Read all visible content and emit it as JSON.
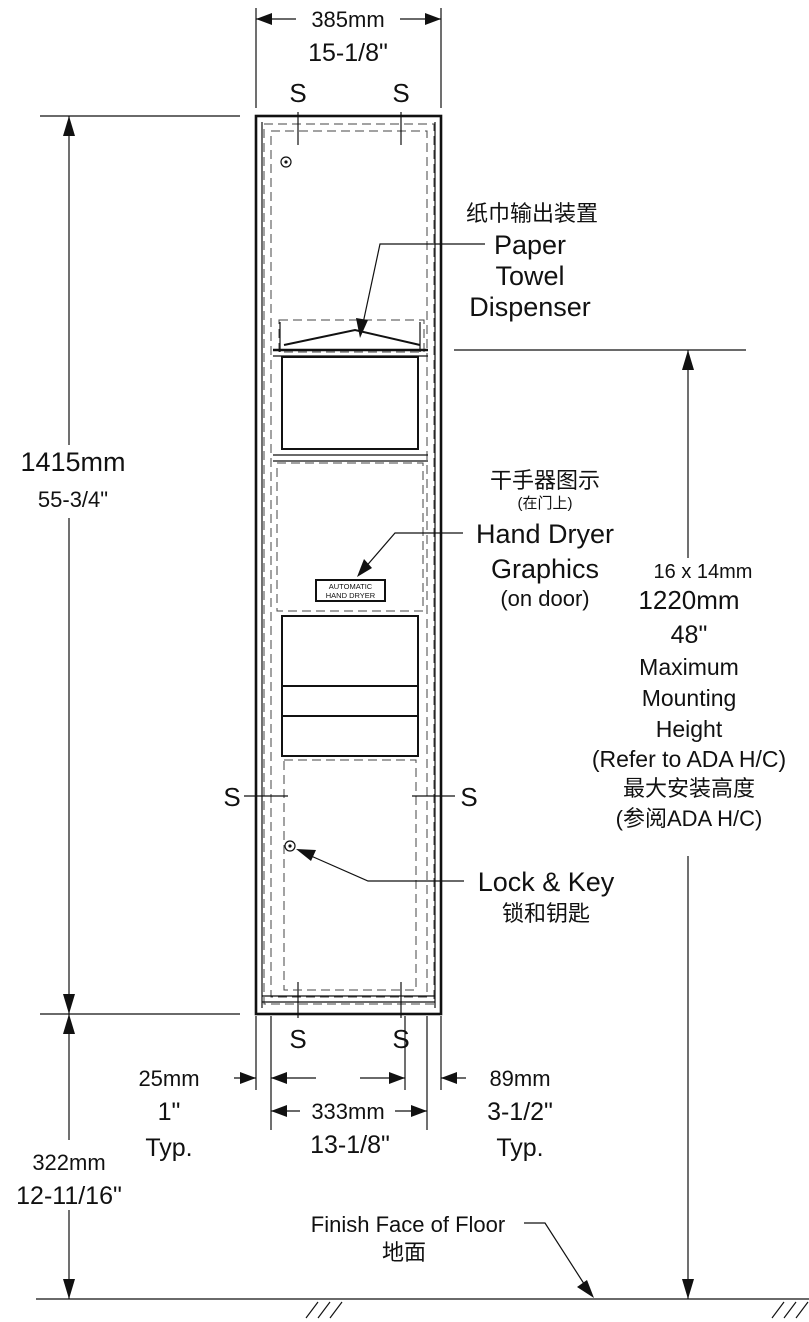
{
  "dimensions": {
    "top_width_mm": "385mm",
    "top_width_in": "15-1/8\"",
    "total_height_mm": "1415mm",
    "total_height_in": "55-3/4\"",
    "left_offset_mm": "25mm",
    "left_offset_in": "1\"",
    "left_offset_typ": "Typ.",
    "inner_width_mm": "333mm",
    "inner_width_in": "13-1/8\"",
    "right_offset_mm": "89mm",
    "right_offset_in": "3-1/2\"",
    "right_offset_typ": "Typ.",
    "floor_clearance_mm": "322mm",
    "floor_clearance_in": "12-11/16\""
  },
  "stud_marks": {
    "top_left": "S",
    "top_right": "S",
    "mid_left": "S",
    "mid_right": "S",
    "bottom_left": "S",
    "bottom_right": "S"
  },
  "callouts": {
    "paper_towel": {
      "zh": "纸巾输出装置",
      "line1": "Paper",
      "line2": "Towel",
      "line3": "Dispenser"
    },
    "hand_dryer": {
      "zh": "干手器图示",
      "zh_note": "(在门上)",
      "line1": "Hand Dryer",
      "line2": "Graphics",
      "line3": "(on door)"
    },
    "graphic_label": {
      "line1": "AUTOMATIC",
      "line2": "HAND DRYER"
    },
    "lock_key": {
      "en": "Lock & Key",
      "zh": "锁和钥匙"
    },
    "mounting": {
      "graphic_size": "16 x 14mm",
      "height_mm": "1220mm",
      "height_in": "48\"",
      "line1": "Maximum",
      "line2": "Mounting",
      "line3": "Height",
      "line4": "(Refer to ADA H/C)",
      "zh1": "最大安装高度",
      "zh2": "(参阅ADA H/C)"
    },
    "floor": {
      "en": "Finish Face of Floor",
      "zh": "地面"
    }
  }
}
